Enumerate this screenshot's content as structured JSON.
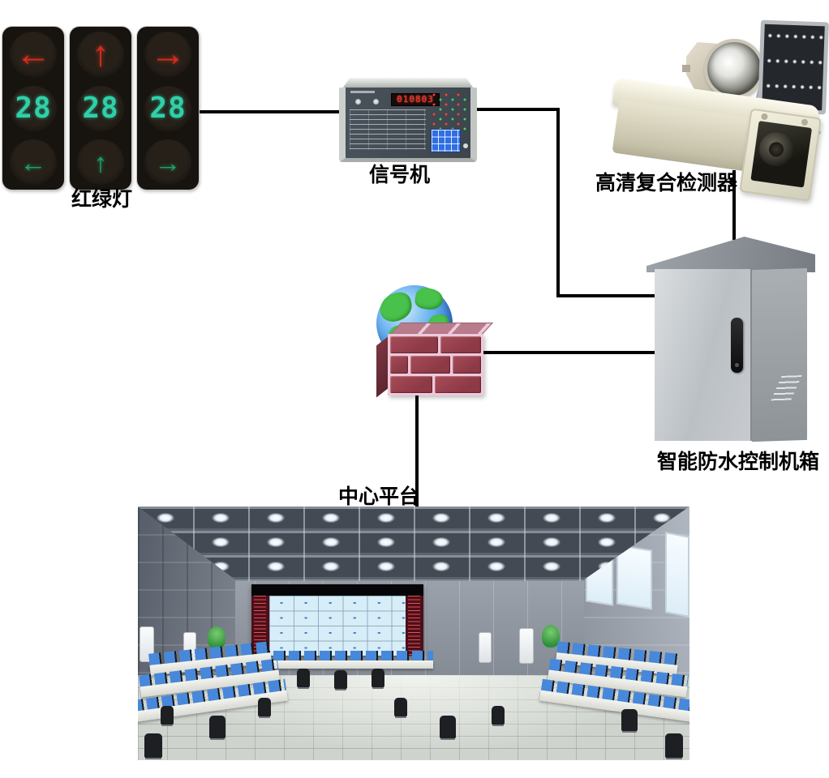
{
  "nodes": {
    "traffic_light": {
      "label": "红绿灯",
      "units": [
        {
          "direction": "left",
          "red_arrow": "←",
          "countdown": "28",
          "green_arrow": "←"
        },
        {
          "direction": "up",
          "red_arrow": "↑",
          "countdown": "28",
          "green_arrow": "↑"
        },
        {
          "direction": "right",
          "red_arrow": "→",
          "countdown": "28",
          "green_arrow": "→"
        }
      ]
    },
    "signal_machine": {
      "label": "信号机",
      "led_display": "010803"
    },
    "detector": {
      "label": "高清复合检测器"
    },
    "control_cabinet": {
      "label": "智能防水控制机箱"
    },
    "center_platform": {
      "label": "中心平台"
    }
  },
  "colors": {
    "connection_line": "#000000",
    "red_arrow": "#d92b1a",
    "countdown_green": "#2fd0a8",
    "green_arrow": "#1da368",
    "led_display_red": "#ff3422",
    "firewall_brick": "#8c3a46",
    "cabinet_gray": "#bbc0c4",
    "camera_beige": "#e8e4d0"
  }
}
